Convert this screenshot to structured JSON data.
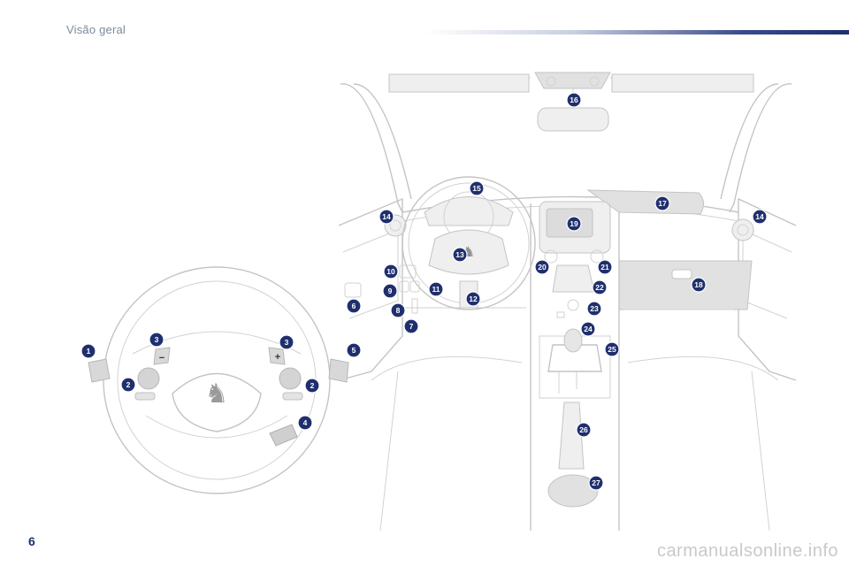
{
  "header": {
    "title": "Visão geral"
  },
  "page": {
    "number": "6"
  },
  "watermark": {
    "text": "carmanualsonline.info"
  },
  "illustration": {
    "callouts_wheel": [
      "1",
      "2",
      "2",
      "3",
      "3",
      "4",
      "5"
    ],
    "callouts_dash": [
      "6",
      "7",
      "8",
      "9",
      "10",
      "11",
      "12",
      "13",
      "14",
      "14",
      "15",
      "16",
      "17",
      "18",
      "19",
      "20",
      "21",
      "22",
      "23",
      "24",
      "25",
      "26",
      "27"
    ],
    "paddle_minus": "−",
    "paddle_plus": "+",
    "colors": {
      "callout_fill": "#1f2f6e",
      "line": "#c4c4c4",
      "panel": "#e1e1e1"
    }
  }
}
